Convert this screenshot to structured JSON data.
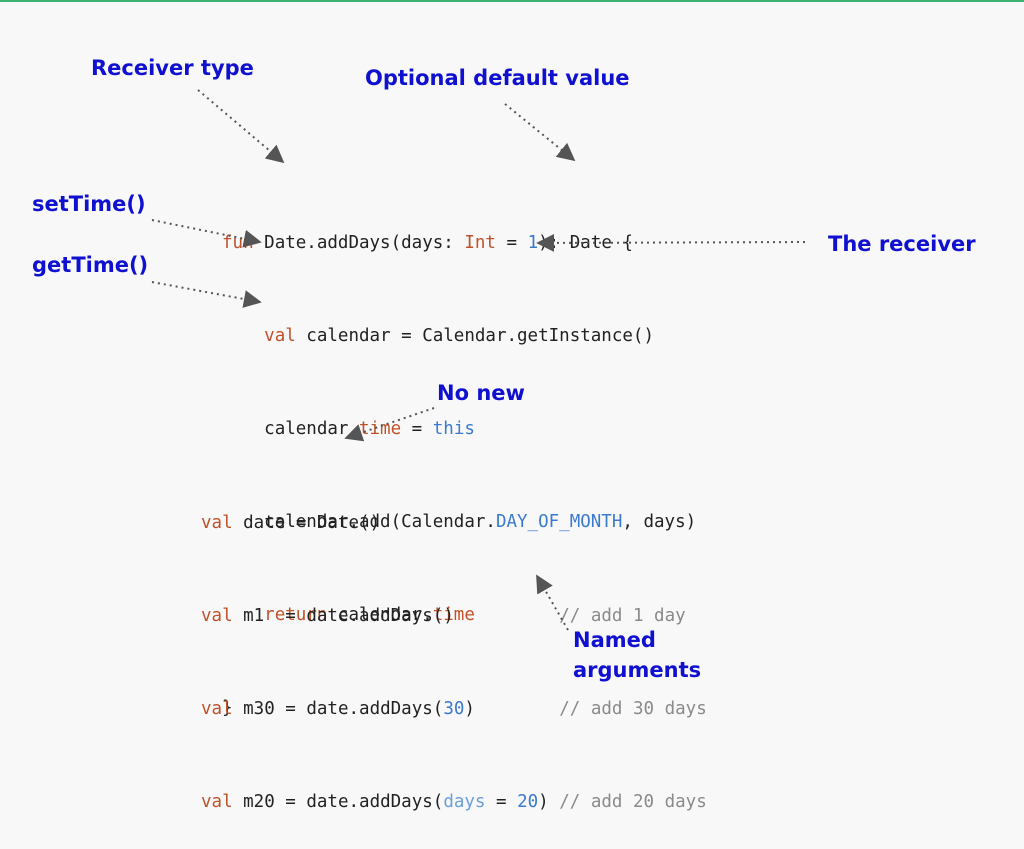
{
  "colors": {
    "annotation": "#1010d0",
    "keyword": "#c0522a",
    "literal": "#3a7ad0",
    "comment": "#8a8a8a",
    "accent_bar": "#3cb371"
  },
  "annotations": {
    "receiver_type": "Receiver type",
    "optional_default": "Optional default value",
    "set_time": "setTime()",
    "get_time": "getTime()",
    "the_receiver": "The receiver",
    "no_new": "No new",
    "named_line1": "Named",
    "named_line2": "arguments"
  },
  "code1": {
    "l1": {
      "kw": "fun",
      "a": "Date.addDays(days: ",
      "type": "Int",
      "b": " = ",
      "num": "1",
      "c": "): Date {"
    },
    "l2": {
      "kw": "val",
      "a": " calendar = Calendar.getInstance()"
    },
    "l3": {
      "a": "calendar.",
      "prop": "time",
      "b": " = ",
      "this": "this"
    },
    "l4": {
      "a": "calendar.add(Calendar.",
      "const": "DAY_OF_MONTH",
      "b": ", days)"
    },
    "l5": {
      "kw": "return",
      "a": " calendar.",
      "prop": "time"
    },
    "l6": {
      "a": "}"
    }
  },
  "code2": {
    "l1": {
      "kw": "val",
      "a": " date = Date()"
    },
    "l2": {
      "kw": "val",
      "a": " m1  = date.addDays()          ",
      "cmt": "// add 1 day"
    },
    "l3": {
      "kw": "val",
      "a": " m30 = date.addDays(",
      "num": "30",
      "b": ")        ",
      "cmt": "// add 30 days"
    },
    "l4": {
      "kw": "val",
      "a": " m20 = date.addDays(",
      "named": "days",
      "b": " = ",
      "num": "20",
      "c": ") ",
      "cmt": "// add 20 days"
    }
  }
}
